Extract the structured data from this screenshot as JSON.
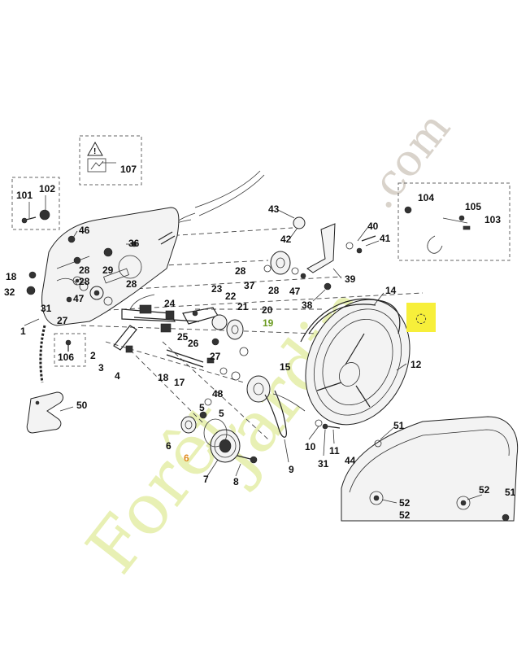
{
  "watermark": {
    "left": "Forêt",
    "mid": "Jardin",
    "right": ".com"
  },
  "marker": {
    "symbol": "◌",
    "color": "#f7ef3a"
  },
  "colors": {
    "ink": "#222222",
    "accent_orange": "#e08a1e",
    "accent_green": "#6a9a1f",
    "highlight": "#f7ef3a"
  },
  "labels": {
    "l1": "1",
    "l2": "2",
    "l3": "3",
    "l4": "4",
    "l5a": "5",
    "l5b": "5",
    "l6": "6",
    "l6o": "6",
    "l7": "7",
    "l8": "8",
    "l9": "9",
    "l10": "10",
    "l11": "11",
    "l12": "12",
    "l14": "14",
    "l15": "15",
    "l17": "17",
    "l18a": "18",
    "l18b": "18",
    "l19": "19",
    "l20": "20",
    "l21": "21",
    "l22": "22",
    "l23": "23",
    "l24": "24",
    "l25": "25",
    "l26": "26",
    "l27a": "27",
    "l27b": "27",
    "l28a": "28",
    "l28b": "28",
    "l28c": "28",
    "l28d": "28",
    "l29": "29",
    "l31": "31",
    "l32": "32",
    "l36": "36",
    "l37": "37",
    "l38": "38",
    "l39": "39",
    "l40": "40",
    "l41": "41",
    "l42": "42",
    "l43": "43",
    "l44": "44",
    "l46": "46",
    "l47a": "47",
    "l47b": "47",
    "l48": "48",
    "l50": "50",
    "l51a": "51",
    "l51b": "51",
    "l52a": "52",
    "l52b": "52",
    "l52c": "52",
    "l101": "101",
    "l102": "102",
    "l103": "103",
    "l104": "104",
    "l105": "105",
    "l106": "106",
    "l107": "107"
  }
}
